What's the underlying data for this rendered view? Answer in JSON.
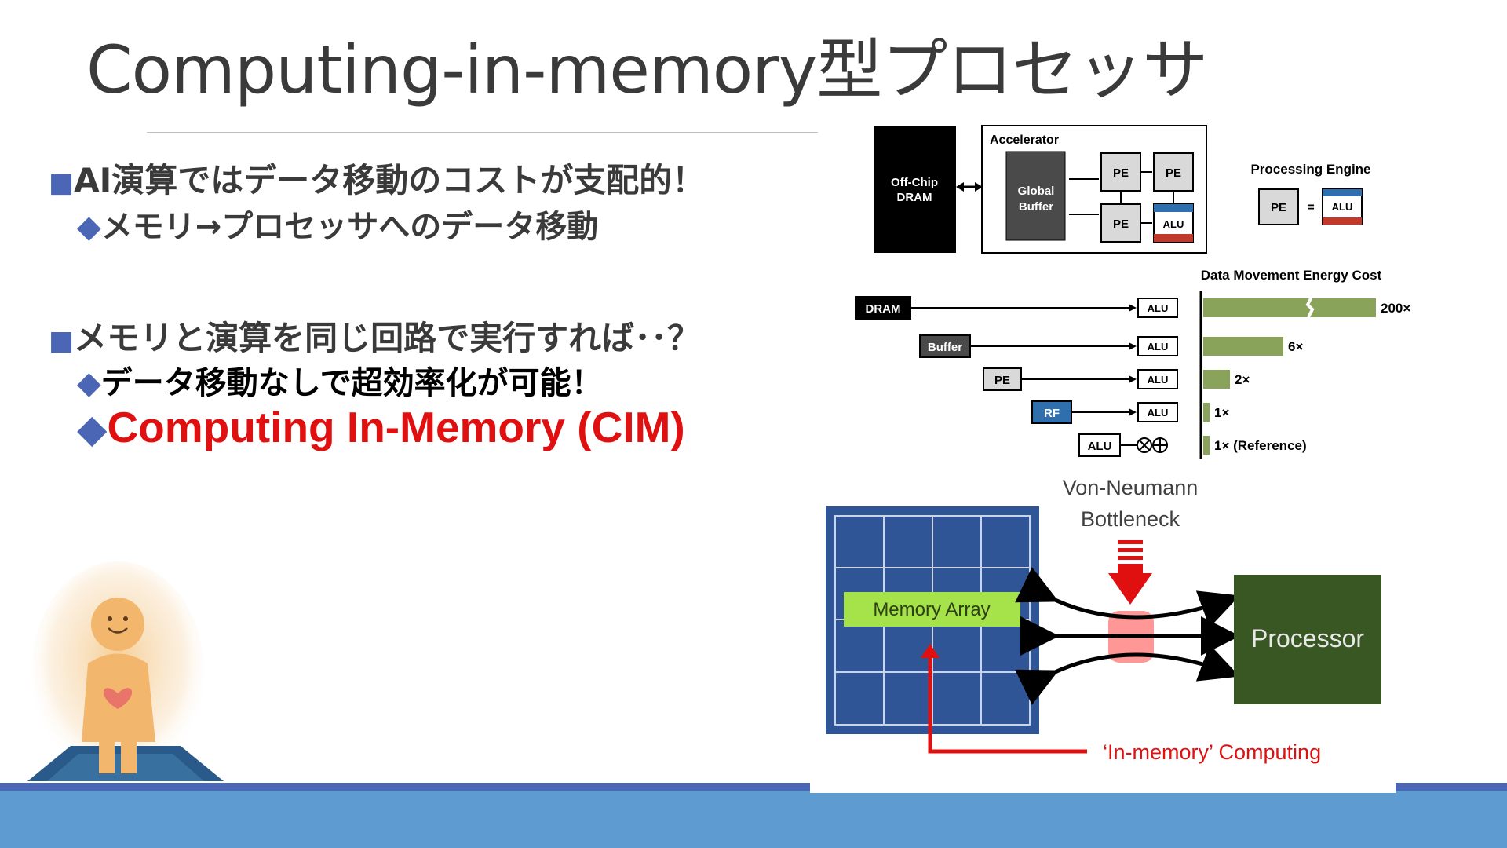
{
  "slide": {
    "title": "Computing-in-memory型プロセッサ",
    "bullet1": {
      "marker": "■",
      "text": "AI演算ではデータ移動のコストが支配的！"
    },
    "bullet1_sub": {
      "marker": "◆",
      "text": "メモリ→プロセッサへのデータ移動"
    },
    "bullet2": {
      "marker": "■",
      "text": "メモリと演算を同じ回路で実行すれば･･？"
    },
    "bullet2_sub1": {
      "marker": "◆",
      "text": "データ移動なしで超効率化が可能！"
    },
    "bullet2_sub2": {
      "marker": "◆",
      "text": "Computing In-Memory (CIM)"
    }
  },
  "arch_diagram": {
    "dram_label_1": "Off-Chip",
    "dram_label_2": "DRAM",
    "accel_label": "Accelerator",
    "buffer_label_1": "Global",
    "buffer_label_2": "Buffer",
    "pe_label": "PE",
    "alu_label": "ALU",
    "engine_title": "Processing Engine",
    "equals": "="
  },
  "chart_data": {
    "type": "bar",
    "title": "Data Movement Energy Cost",
    "categories": [
      "DRAM",
      "Buffer",
      "PE",
      "RF",
      "ALU"
    ],
    "target": "ALU",
    "values": [
      200,
      6,
      2,
      1,
      1
    ],
    "value_labels": [
      "200×",
      "6×",
      "2×",
      "1×",
      "1× (Reference)"
    ],
    "bar_color": "#8aa35a"
  },
  "cim_diagram": {
    "bottleneck_line1": "Von-Neumann",
    "bottleneck_line2": "Bottleneck",
    "memory_label": "Memory Array",
    "processor_label": "Processor",
    "cim_label": "‘In-memory’ Computing"
  },
  "colors": {
    "accent": "#4a66b5",
    "band": "#5e9bd1",
    "red": "#e01010"
  }
}
